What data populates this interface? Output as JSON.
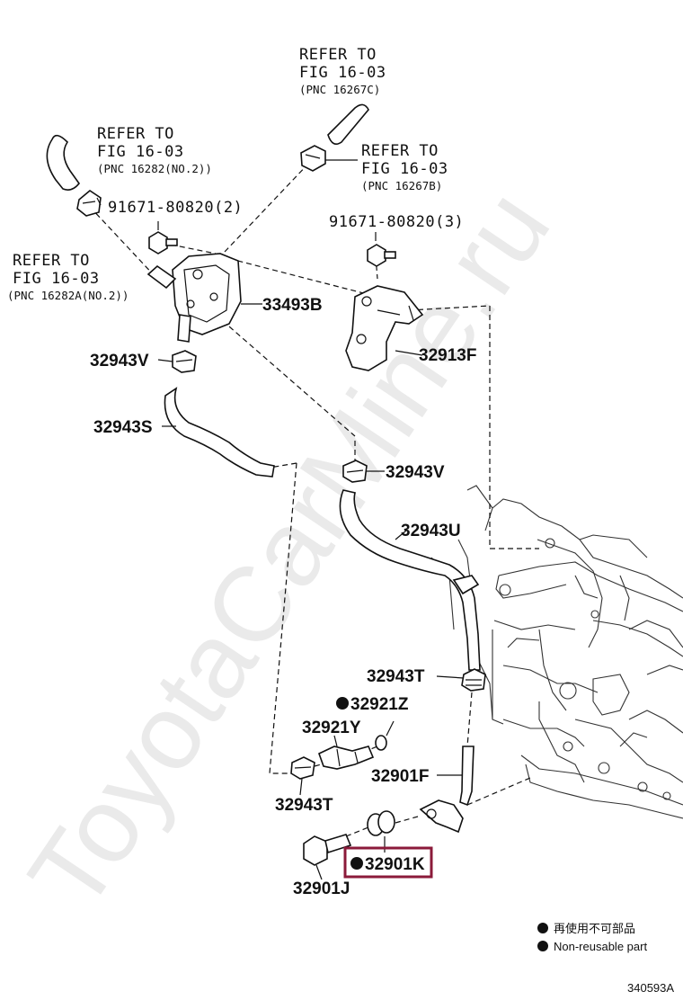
{
  "watermark": "ToyotaCarMine.ru",
  "figure_id": "340593A",
  "references": [
    {
      "line1": "REFER TO",
      "line2": "FIG 16-03",
      "line3": "(PNC 16267C)"
    },
    {
      "line1": "REFER TO",
      "line2": "FIG 16-03",
      "line3": "(PNC 16282(NO.2))"
    },
    {
      "line1": "REFER TO",
      "line2": "FIG 16-03",
      "line3": "(PNC 16267B)"
    },
    {
      "line1": "REFER TO",
      "line2": "FIG 16-03",
      "line3": "(PNC 16282A(NO.2))"
    }
  ],
  "part_labels": {
    "bolt_left": "91671-80820(2)",
    "bolt_right": "91671-80820(3)",
    "cooler": "33493B",
    "clamp_v_upper": "32943V",
    "bracket": "32913F",
    "hose_s": "32943S",
    "clamp_v_lower": "32943V",
    "hose_u": "32943U",
    "clamp_t_right": "32943T",
    "gasket_z": "32921Z",
    "union_y": "32921Y",
    "pipe_f": "32901F",
    "clamp_t_left": "32943T",
    "gasket_k": "32901K",
    "bolt_j": "32901J"
  },
  "highlight_color": "#8b1a3a",
  "legend": {
    "line1": "再使用不可部品",
    "line2": "Non-reusable part"
  }
}
